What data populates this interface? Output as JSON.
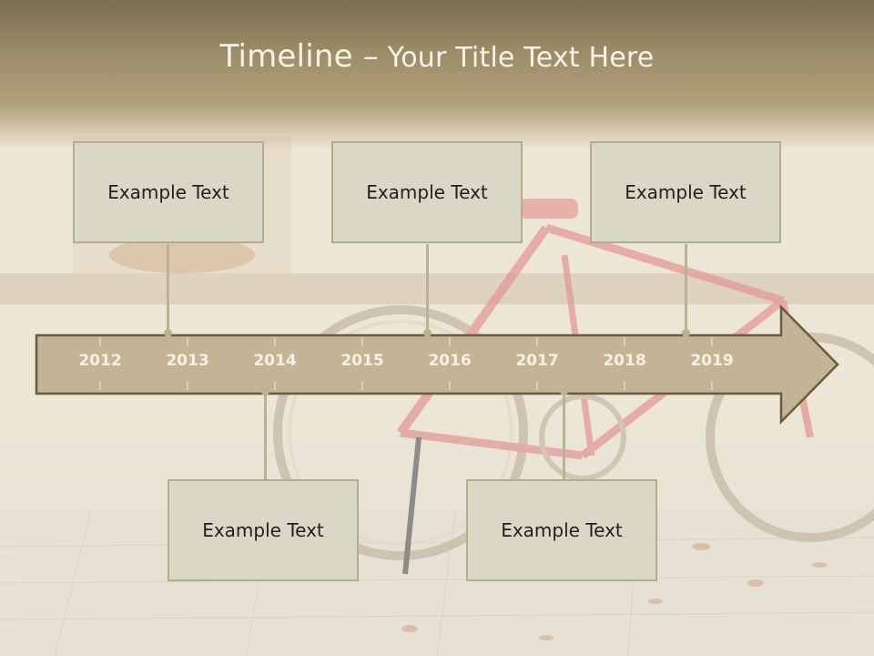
{
  "slide": {
    "title_main": "Timeline –",
    "title_rest": " Your Title Text Here"
  },
  "timeline": {
    "years": [
      "2012",
      "2013",
      "2014",
      "2015",
      "2016",
      "2017",
      "2018",
      "2019"
    ],
    "arrow_color": "#c4b496",
    "arrow_border": "#6b5a3c"
  },
  "boxes": {
    "top": [
      "Example Text",
      "Example Text",
      "Example Text"
    ],
    "bottom": [
      "Example Text",
      "Example Text"
    ]
  }
}
